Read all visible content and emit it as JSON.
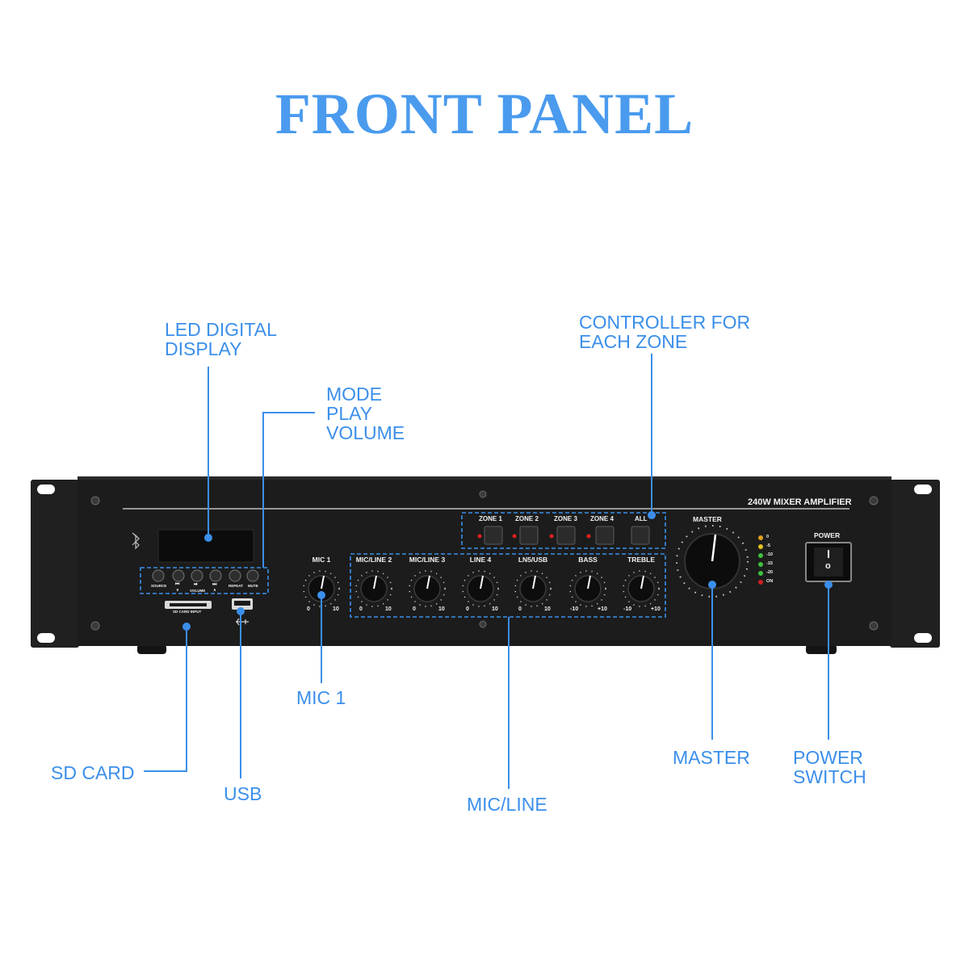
{
  "title": "FRONT PANEL",
  "callouts": {
    "led_display": [
      "LED DIGITAL",
      "DISPLAY"
    ],
    "mode_play_volume": [
      "MODE",
      "PLAY",
      "VOLUME"
    ],
    "zone_controller": [
      "CONTROLLER FOR",
      "EACH ZONE"
    ],
    "mic1": "MIC 1",
    "sd_card": "SD CARD",
    "usb": "USB",
    "mic_line": "MIC/LINE",
    "master": "MASTER",
    "power_switch": [
      "POWER",
      "SWITCH"
    ]
  },
  "panel": {
    "model": "240W MIXER AMPLIFIER",
    "media_buttons": [
      "SOURCE",
      "⏮",
      "⏯",
      "⏭",
      "REPEAT",
      "MUTE"
    ],
    "media_sub_labels": [
      "∨",
      "VOLUME",
      "∧"
    ],
    "sd_label": "SD CARD INPUT",
    "zones": [
      "ZONE 1",
      "ZONE 2",
      "ZONE 3",
      "ZONE 4",
      "ALL"
    ],
    "channels": [
      {
        "name": "MIC 1",
        "min": "0",
        "max": "10"
      },
      {
        "name": "MIC/LINE 2",
        "min": "0",
        "max": "10"
      },
      {
        "name": "MIC/LINE 3",
        "min": "0",
        "max": "10"
      },
      {
        "name": "LINE 4",
        "min": "0",
        "max": "10"
      },
      {
        "name": "LN5/USB",
        "min": "0",
        "max": "10"
      },
      {
        "name": "BASS",
        "min": "-10",
        "max": "+10"
      },
      {
        "name": "TREBLE",
        "min": "-10",
        "max": "+10"
      }
    ],
    "master_label": "MASTER",
    "meter_labels": [
      "0",
      "-5",
      "-10",
      "-15",
      "-20",
      "ON"
    ],
    "power_label": "POWER",
    "power_switch_mark": "o"
  },
  "colors": {
    "accent": "#3b8fea",
    "panel": "#1b1b1b",
    "frame": "#242424"
  }
}
